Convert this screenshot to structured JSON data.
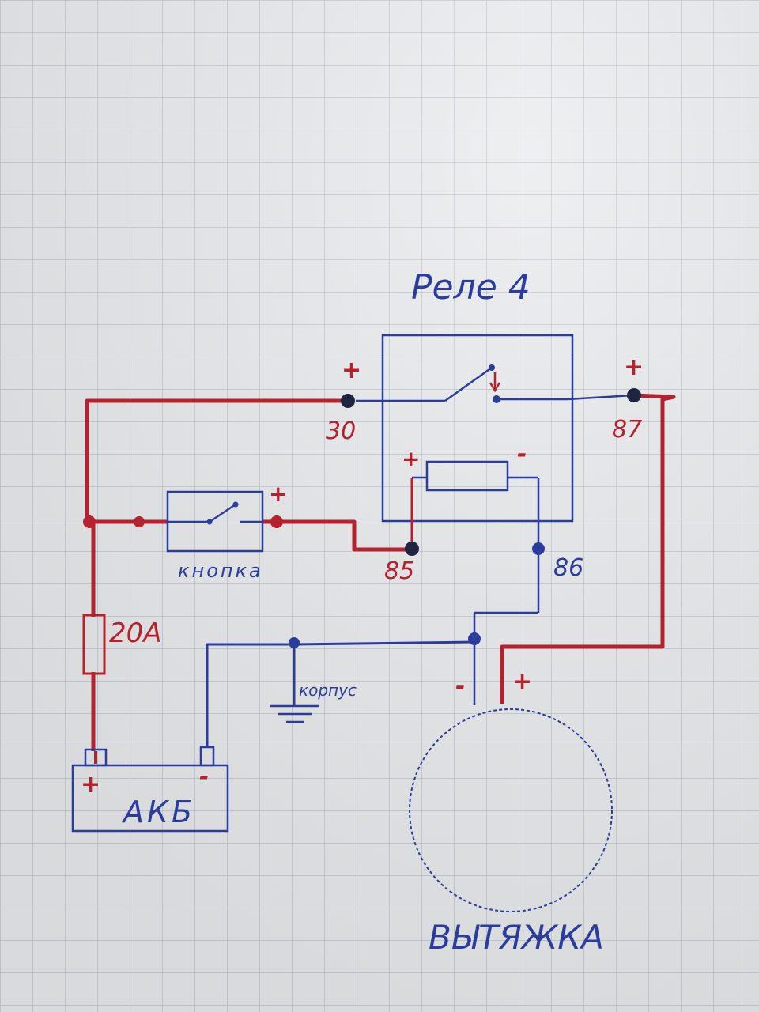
{
  "title": "Реле 4",
  "relay": {
    "pin_30": "30",
    "pin_87": "87",
    "pin_85": "85",
    "pin_86": "86",
    "plus_30": "+",
    "plus_87": "+",
    "coil_plus": "+",
    "coil_minus": "-"
  },
  "button": {
    "label": "кнопка",
    "plus": "+"
  },
  "fuse": {
    "label": "20А"
  },
  "battery": {
    "label": "АКБ",
    "plus": "+",
    "minus": "-"
  },
  "ground": {
    "label": "корпус"
  },
  "fan": {
    "label": "ВЫТЯЖКА",
    "plus": "+",
    "minus": "-"
  },
  "colors": {
    "paper": "#e9eaeb",
    "grid": "#a9b6c6",
    "blue_ink": "#2b3d9c",
    "red_ink": "#b5222e",
    "node": "#1f2440"
  }
}
